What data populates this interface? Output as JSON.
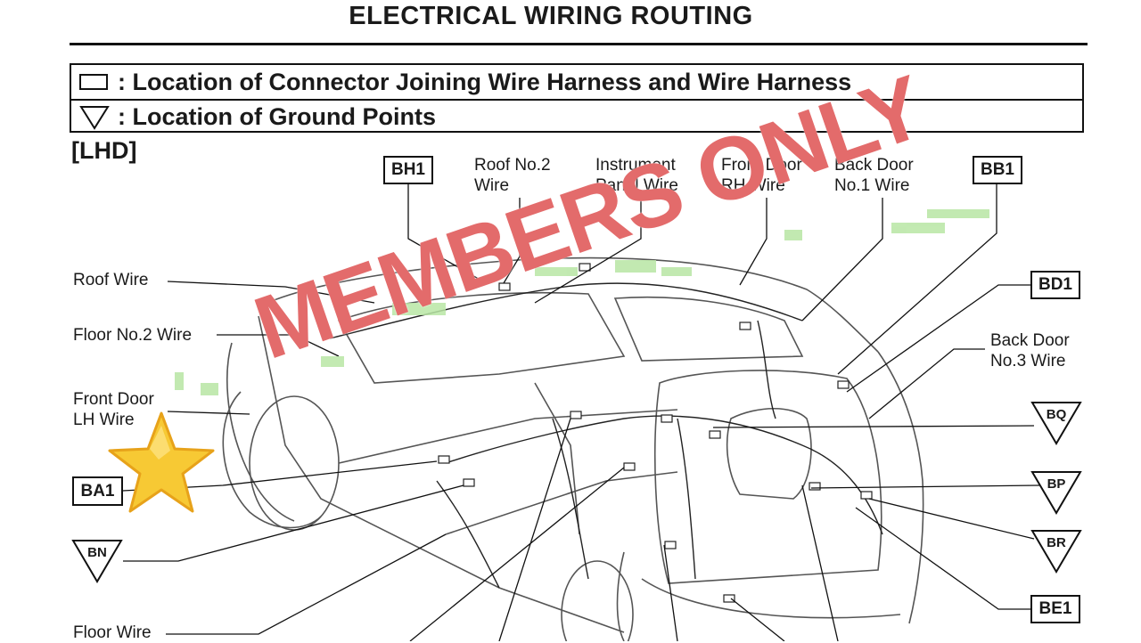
{
  "page": {
    "title": "ELECTRICAL WIRING ROUTING",
    "variant": "[LHD]"
  },
  "legend": {
    "connector_text": ": Location of Connector Joining Wire Harness and Wire Harness",
    "ground_text": ": Location of Ground Points"
  },
  "wire_labels": {
    "roof_no2": [
      "Roof No.2",
      "Wire"
    ],
    "instrument_panel": [
      "Instrument",
      "Panel Wire"
    ],
    "front_door_rh": [
      "Front Door",
      "RH Wire"
    ],
    "back_door_no1": [
      "Back Door",
      "No.1 Wire"
    ],
    "roof": "Roof Wire",
    "floor_no2": "Floor No.2 Wire",
    "front_door_lh": [
      "Front Door",
      "LH Wire"
    ],
    "back_door_no3": [
      "Back Door",
      "No.3 Wire"
    ],
    "floor": "Floor Wire"
  },
  "connectors": {
    "bh1": "BH1",
    "bb1": "BB1",
    "bd1": "BD1",
    "ba1": "BA1",
    "be1": "BE1"
  },
  "grounds": {
    "bn": "BN",
    "bq": "BQ",
    "bp": "BP",
    "br": "BR"
  },
  "overlay": {
    "watermark": "MEMBERS ONLY",
    "star_icon": "star-icon",
    "watermark_color": "#e36b6b",
    "star_color": "#f7c934"
  }
}
